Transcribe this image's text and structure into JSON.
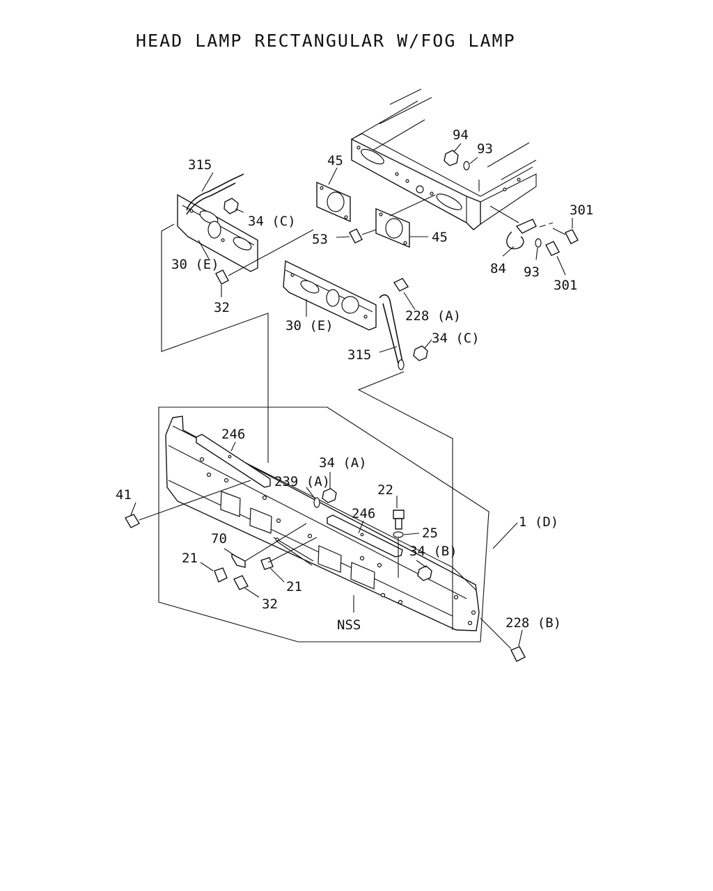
{
  "title": "HEAD LAMP RECTANGULAR W/FOG LAMP",
  "labels": {
    "p94": "94",
    "p93_top": "93",
    "p315_top": "315",
    "p45_top": "45",
    "p34c_top": "34 (C)",
    "p301_top": "301",
    "p53": "53",
    "p45_mid": "45",
    "p30e_left": "30 (E)",
    "p84": "84",
    "p93_bot": "93",
    "p301_bot": "301",
    "p32_top": "32",
    "p228a": "228 (A)",
    "p30e_mid": "30 (E)",
    "p34c_mid": "34 (C)",
    "p315_mid": "315",
    "p246_left": "246",
    "p34a": "34 (A)",
    "p239a": "239 (A)",
    "p22": "22",
    "p41": "41",
    "p246_right": "246",
    "p1d": "1 (D)",
    "p25": "25",
    "p70": "70",
    "p34b": "34 (B)",
    "p21_left": "21",
    "p21_right": "21",
    "p32_bot": "32",
    "pnss": "NSS",
    "p228b": "228 (B)"
  }
}
